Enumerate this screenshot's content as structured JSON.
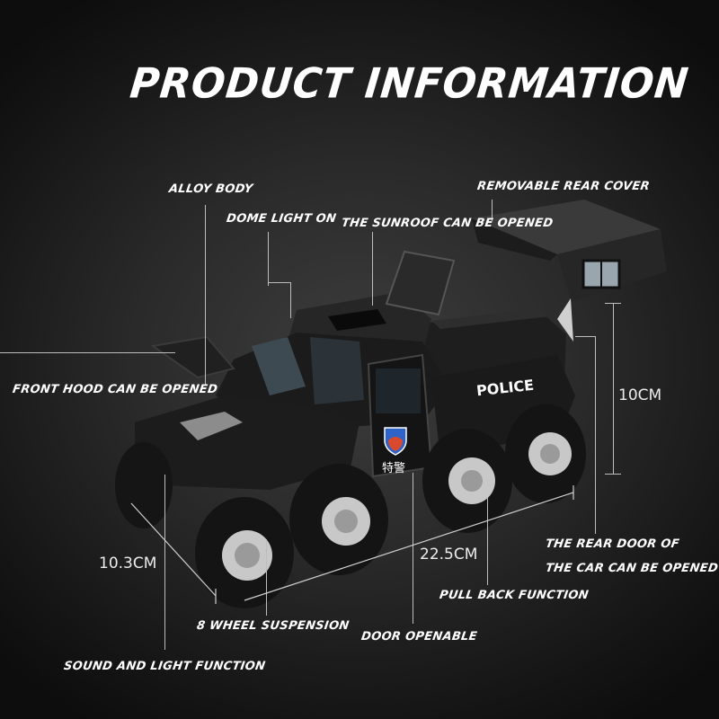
{
  "title": "PRODUCT INFORMATION",
  "features": {
    "alloy_body": "ALLOY BODY",
    "dome_light": "DOME LIGHT ON",
    "sunroof": "THE SUNROOF CAN BE OPENED",
    "rear_cover": "REMOVABLE REAR COVER",
    "front_hood": "FRONT HOOD CAN BE OPENED",
    "rear_door_1": "THE REAR DOOR OF",
    "rear_door_2": "THE CAR CAN BE OPENED",
    "pull_back": "PULL BACK FUNCTION",
    "suspension": "8 WHEEL SUSPENSION",
    "door": "DOOR OPENABLE",
    "sound_light": "SOUND AND LIGHT FUNCTION"
  },
  "dimensions": {
    "height": "10CM",
    "length": "22.5CM",
    "width": "10.3CM"
  },
  "vehicle": {
    "side_text": "POLICE",
    "door_text": "特警",
    "body_color": "#1a1a1a",
    "rim_color": "#c8c8c8",
    "badge_blue": "#2f63c7",
    "badge_red": "#d9492e"
  }
}
